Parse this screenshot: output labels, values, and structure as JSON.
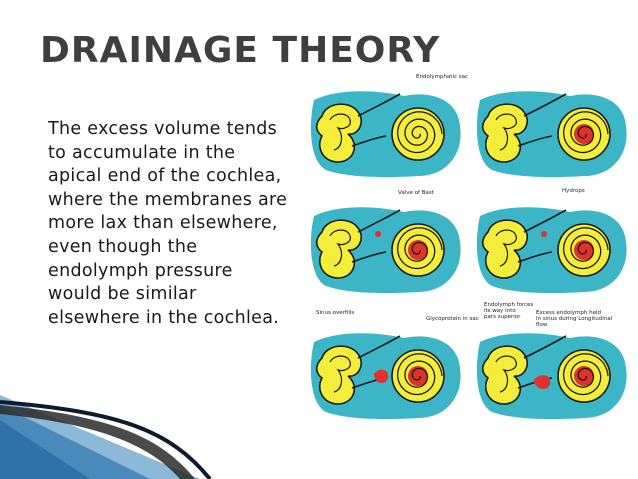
{
  "slide": {
    "title": "DRAINAGE THEORY",
    "body": "The excess volume tends to accumulate in the apical end of the cochlea, where the membranes are more lax than elsewhere, even though the endolymph pressure would be similar elsewhere in the cochlea."
  },
  "figure": {
    "labels": {
      "endolymphatic_sac": "Endolymphatic sac",
      "valve_of_bast": "Valve of Bast",
      "hydrops": "Hydrops",
      "glycoprotein": "Glycoprotein in sac",
      "sinus_overfills": "Sinus overfills",
      "endolymph_forces_1": "Endolymph forces",
      "endolymph_forces_2": "its way into",
      "endolymph_forces_3": "pars superior",
      "excess_1": "Excess endolymph held",
      "excess_2": "in sinus during Longitudinal",
      "excess_3": "flow"
    },
    "colors": {
      "teal": "#3cb6c6",
      "yellow": "#f4ee3a",
      "red": "#e0312c",
      "outline": "#1b1b1b"
    }
  }
}
